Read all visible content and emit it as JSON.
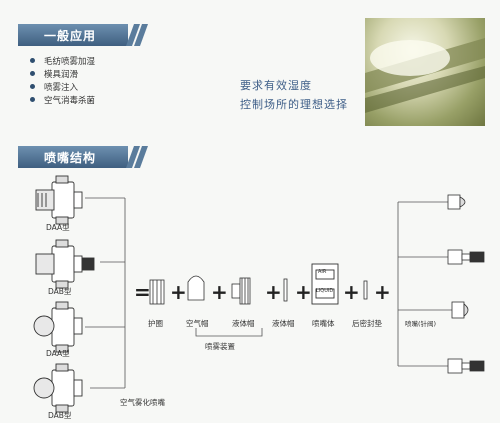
{
  "sections": {
    "applications_title": "一般应用",
    "structure_title": "喷嘴结构"
  },
  "applications": [
    "毛纺喷雾加湿",
    "模具润滑",
    "喷雾注入",
    "空气消毒杀菌"
  ],
  "tagline": {
    "line1": "要求有效湿度",
    "line2": "控制场所的理想选择"
  },
  "models": {
    "daa1": "DAA型",
    "dab1": "DAB型",
    "daa2": "DAA型",
    "dab2": "DAB型"
  },
  "assembly_caption": "空气雾化喷嘴",
  "parts": {
    "guard": "护圈",
    "air_cap": "空气帽",
    "liquid_cap": "液体帽",
    "liquid_seal": "液体帽",
    "nozzle_body": "喷嘴体",
    "back_gasket": "后密封垫",
    "nozzle_set": "喷雾装置",
    "nozzle_tip": "喷嘴(针阀)"
  },
  "body_marks": {
    "air": "AIR",
    "liquid": "LIQUID"
  },
  "symbols": {
    "equals": "=",
    "plus": "+"
  },
  "colors": {
    "header": "#4a6d90",
    "tagline": "#3e5e88"
  }
}
